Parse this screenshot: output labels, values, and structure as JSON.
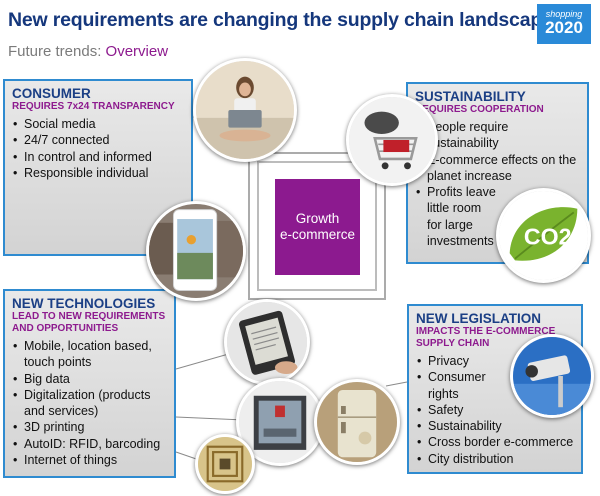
{
  "header": {
    "title": "New requirements are changing the supply chain landscape",
    "subtitle_prefix": "Future trends: ",
    "subtitle_accent": "Overview"
  },
  "logo": {
    "line1": "shopping",
    "line2": "2020"
  },
  "center": {
    "line1": "Growth",
    "line2": "e-commerce"
  },
  "consumer": {
    "heading": "CONSUMER",
    "subheading": "REQUIRES 7x24 TRANSPARENCY",
    "items": [
      "Social media",
      "24/7 connected",
      "In control and informed",
      "Responsible individual"
    ]
  },
  "sustainability": {
    "heading": "SUSTAINABILITY",
    "subheading": "REQUIRES COOPERATION",
    "items": [
      "People require sustainability",
      "E-commerce effects on the planet increase",
      "Profits leave little room for large investments"
    ]
  },
  "technologies": {
    "heading": "NEW TECHNOLOGIES",
    "subheading": "LEAD TO NEW REQUIREMENTS AND OPPORTUNITIES",
    "items": [
      "Mobile, location based, touch points",
      "Big data",
      "Digitalization (products and services)",
      "3D printing",
      "AutoID: RFID, barcoding",
      "Internet of things"
    ]
  },
  "legislation": {
    "heading": "NEW LEGISLATION",
    "subheading": "IMPACTS THE E-COMMERCE SUPPLY CHAIN",
    "items": [
      "Privacy",
      "Consumer rights",
      "Safety",
      "Sustainability",
      "Cross border e-commerce",
      "City distribution"
    ]
  },
  "co2_label": "CO2",
  "colors": {
    "title": "#15377c",
    "accent": "#8d1a8e",
    "border": "#2f8bd0",
    "center": "#8c1a8f",
    "logo": "#2a8ad8"
  },
  "icons": [
    "woman-laptop-photo",
    "shopping-cart-mouse-photo",
    "smartphone-map-photo",
    "co2-leaf-photo",
    "e-reader-photo",
    "3d-printer-photo",
    "old-fridge-photo",
    "security-camera-photo",
    "rfid-chip-photo"
  ]
}
